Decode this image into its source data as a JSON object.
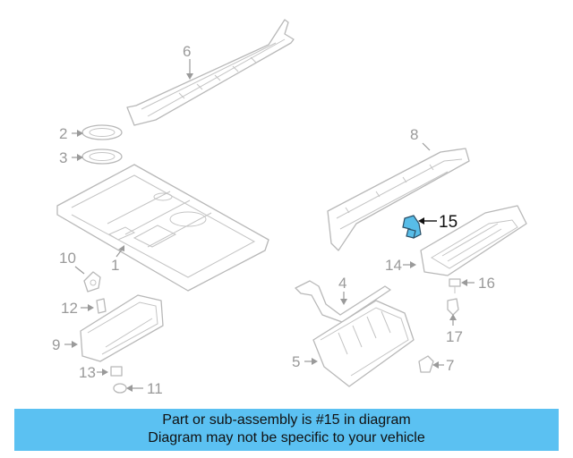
{
  "callouts": {
    "c1": "1",
    "c2": "2",
    "c3": "3",
    "c4": "4",
    "c5": "5",
    "c6": "6",
    "c7": "7",
    "c8": "8",
    "c9": "9",
    "c10": "10",
    "c11": "11",
    "c12": "12",
    "c13": "13",
    "c14": "14",
    "c15": "15",
    "c16": "16",
    "c17": "17"
  },
  "highlighted_part": "15",
  "highlight_color": "#58bde8",
  "banner": {
    "line1": "Part or sub-assembly is #15 in diagram",
    "line2": "Diagram may not be specific to your vehicle",
    "background": "#5bc1f2"
  }
}
